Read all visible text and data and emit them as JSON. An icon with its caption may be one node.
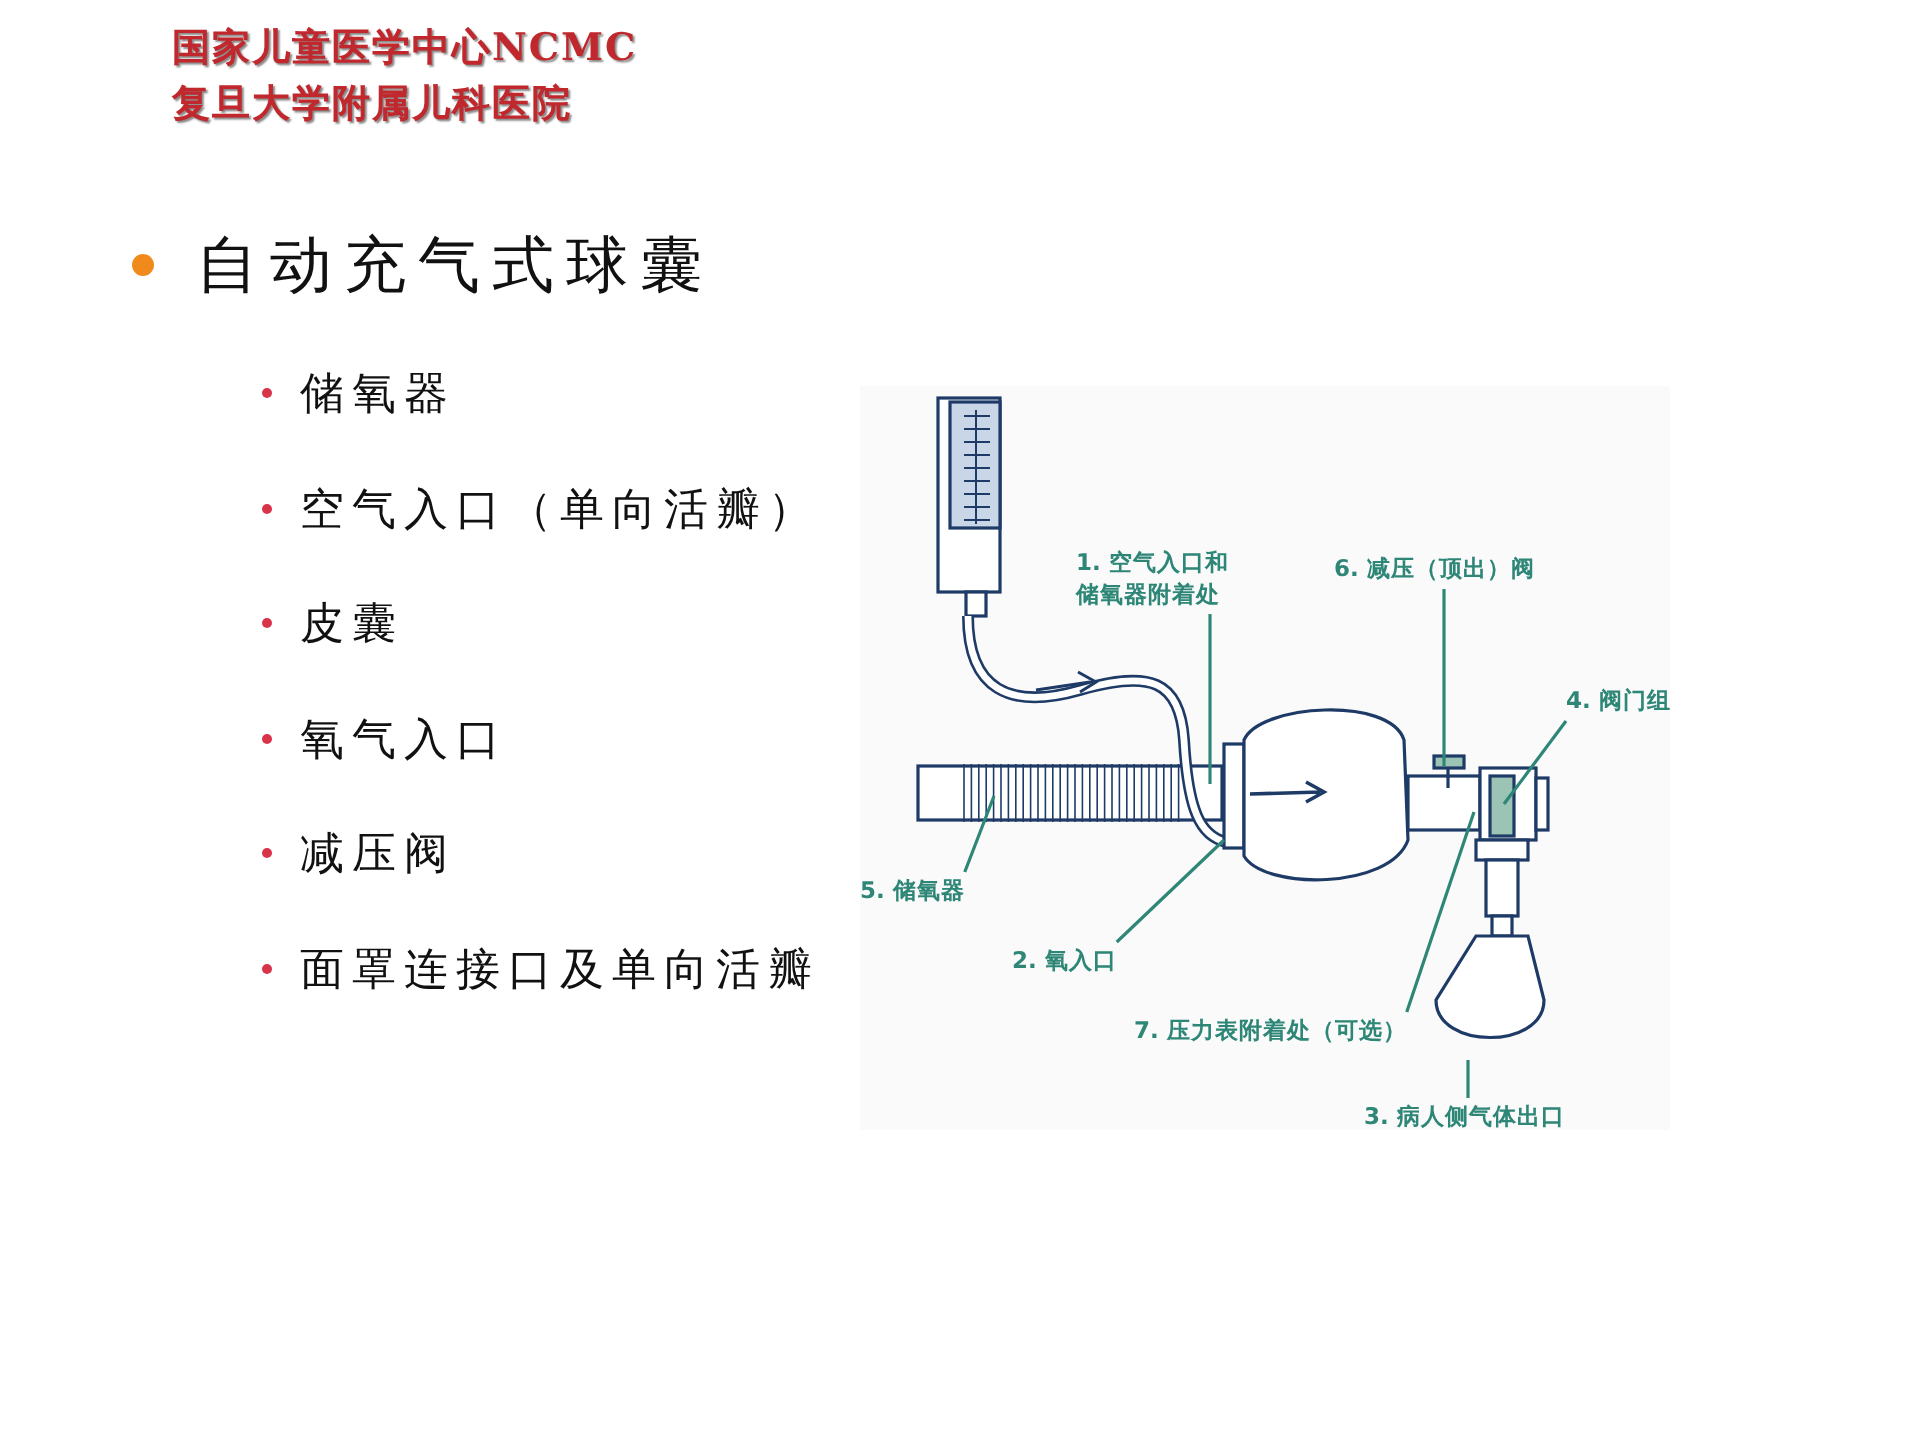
{
  "diagram": {
    "title": "自动充气式球囊",
    "nodes": [
      {
        "text": [
          "1. 空气入口和储氧器附着处"
        ]
      },
      {
        "text": [
          "6. 减压（顶出）阀"
        ]
      },
      {
        "text": [
          "4. 阀门组"
        ]
      },
      {
        "text": [
          "5. 储氧器"
        ]
      },
      {
        "text": [
          "2. 氧入口"
        ]
      },
      {
        "text": [
          "7. 压力表附着处（可选）"
        ]
      },
      {
        "text": [
          "3. 病人侧气体出口"
        ]
      }
    ],
    "edges": [
      {
        "from": 0,
        "to": null,
        "arrow": "none"
      },
      {
        "from": 1,
        "to": null,
        "arrow": "none"
      },
      {
        "from": 2,
        "to": null,
        "arrow": "none"
      },
      {
        "from": 3,
        "to": null,
        "arrow": "none"
      },
      {
        "from": 4,
        "to": null,
        "arrow": "none"
      },
      {
        "from": 5,
        "to": null,
        "arrow": "none"
      },
      {
        "from": 6,
        "to": null,
        "arrow": "none"
      }
    ],
    "labels": [
      "国家儿童医学中心NCMC",
      "复旦大学附属儿科医院",
      "储氧器",
      "空气入口（单向活瓣）",
      "皮囊",
      "氧气入口",
      "减压阀",
      "面罩连接口及单向活瓣"
    ]
  }
}
